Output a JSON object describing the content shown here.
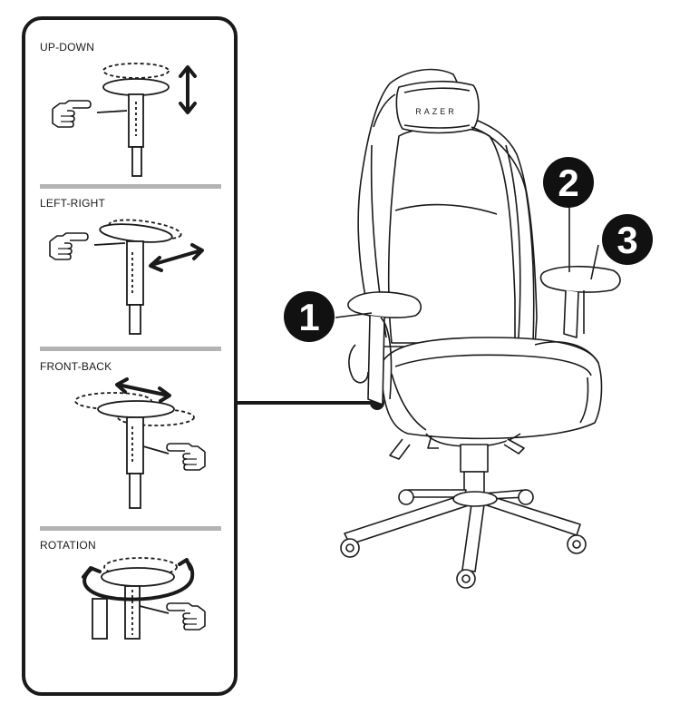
{
  "panel": {
    "sections": [
      {
        "id": "up-down",
        "label": "UP-DOWN"
      },
      {
        "id": "left-right",
        "label": "LEFT-RIGHT"
      },
      {
        "id": "front-back",
        "label": "FRONT-BACK"
      },
      {
        "id": "rotation",
        "label": "ROTATION"
      }
    ]
  },
  "chair": {
    "brand": "RAZER"
  },
  "callouts": [
    {
      "number": "1"
    },
    {
      "number": "2"
    },
    {
      "number": "3"
    }
  ],
  "colors": {
    "ink": "#1a1a1a",
    "divider": "#b3b3b3",
    "badge": "#111111",
    "badge_text": "#ffffff"
  }
}
